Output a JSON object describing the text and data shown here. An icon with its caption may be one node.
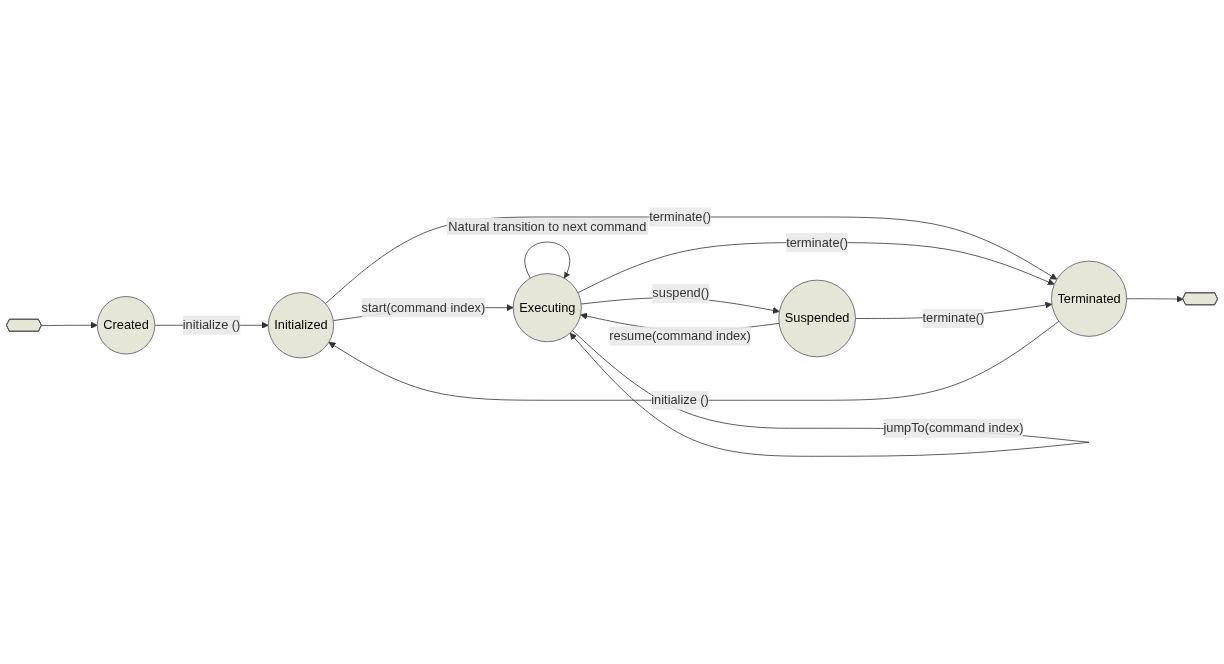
{
  "diagram": {
    "nodes": [
      {
        "text": [],
        "shape": "star"
      },
      {
        "text": [
          "Created"
        ]
      },
      {
        "text": [
          "Initialized"
        ]
      },
      {
        "text": [
          "Executing"
        ]
      },
      {
        "text": [
          "Terminated"
        ]
      },
      {
        "text": [
          "Suspended"
        ]
      },
      {
        "text": [],
        "shape": "star"
      }
    ],
    "edges": [
      {
        "from": 0,
        "to": 1,
        "arrow": "to"
      },
      {
        "from": 1,
        "to": 2,
        "arrow": "to",
        "label": "initialize ()"
      },
      {
        "from": 2,
        "to": 3,
        "arrow": "to",
        "label": "start(command index)"
      },
      {
        "from": 3,
        "to": 3,
        "arrow": "to",
        "label": "jumpTo(command index)"
      },
      {
        "from": 3,
        "to": 3,
        "arrow": "to",
        "label": "Natural transition to next command"
      },
      {
        "from": 2,
        "to": 4,
        "arrow": "to",
        "label": "terminate()"
      },
      {
        "from": 4,
        "to": 2,
        "arrow": "to",
        "label": "initialize ()"
      },
      {
        "from": 3,
        "to": 4,
        "arrow": "to",
        "label": "terminate()"
      },
      {
        "from": 3,
        "to": 5,
        "arrow": "to",
        "label": "suspend()"
      },
      {
        "from": 5,
        "to": 3,
        "arrow": "to",
        "label": "resume(command index)"
      },
      {
        "from": 5,
        "to": 4,
        "arrow": "to",
        "label": "terminate()"
      },
      {
        "from": 4,
        "to": 6,
        "arrow": "to"
      }
    ]
  }
}
